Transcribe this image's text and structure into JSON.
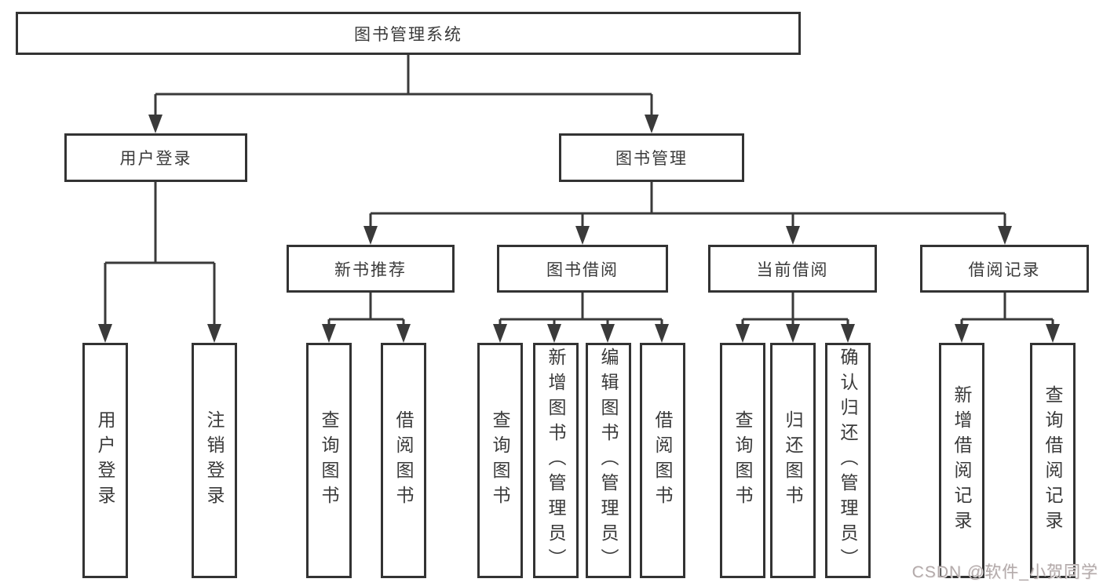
{
  "root": {
    "label": "图书管理系统",
    "children": [
      {
        "label": "用户登录",
        "children": [
          {
            "label": "用户登录"
          },
          {
            "label": "注销登录"
          }
        ]
      },
      {
        "label": "图书管理",
        "children": [
          {
            "label": "新书推荐",
            "children": [
              {
                "label": "查询图书"
              },
              {
                "label": "借阅图书"
              }
            ]
          },
          {
            "label": "图书借阅",
            "children": [
              {
                "label": "查询图书"
              },
              {
                "label": "新增图书（管理员）"
              },
              {
                "label": "编辑图书（管理员）"
              },
              {
                "label": "借阅图书"
              }
            ]
          },
          {
            "label": "当前借阅",
            "children": [
              {
                "label": "查询图书"
              },
              {
                "label": "归还图书"
              },
              {
                "label": "确认归还（管理员）"
              }
            ]
          },
          {
            "label": "借阅记录",
            "children": [
              {
                "label": "新增借阅记录"
              },
              {
                "label": "查询借阅记录"
              }
            ]
          }
        ]
      }
    ]
  },
  "watermark": {
    "text": "CSDN @软件_小贺同学"
  },
  "colors": {
    "line": "#3a3a3a",
    "border": "#333333",
    "text": "#3a3a3a",
    "watermark": "#b3aaaa",
    "background": "#ffffff"
  }
}
